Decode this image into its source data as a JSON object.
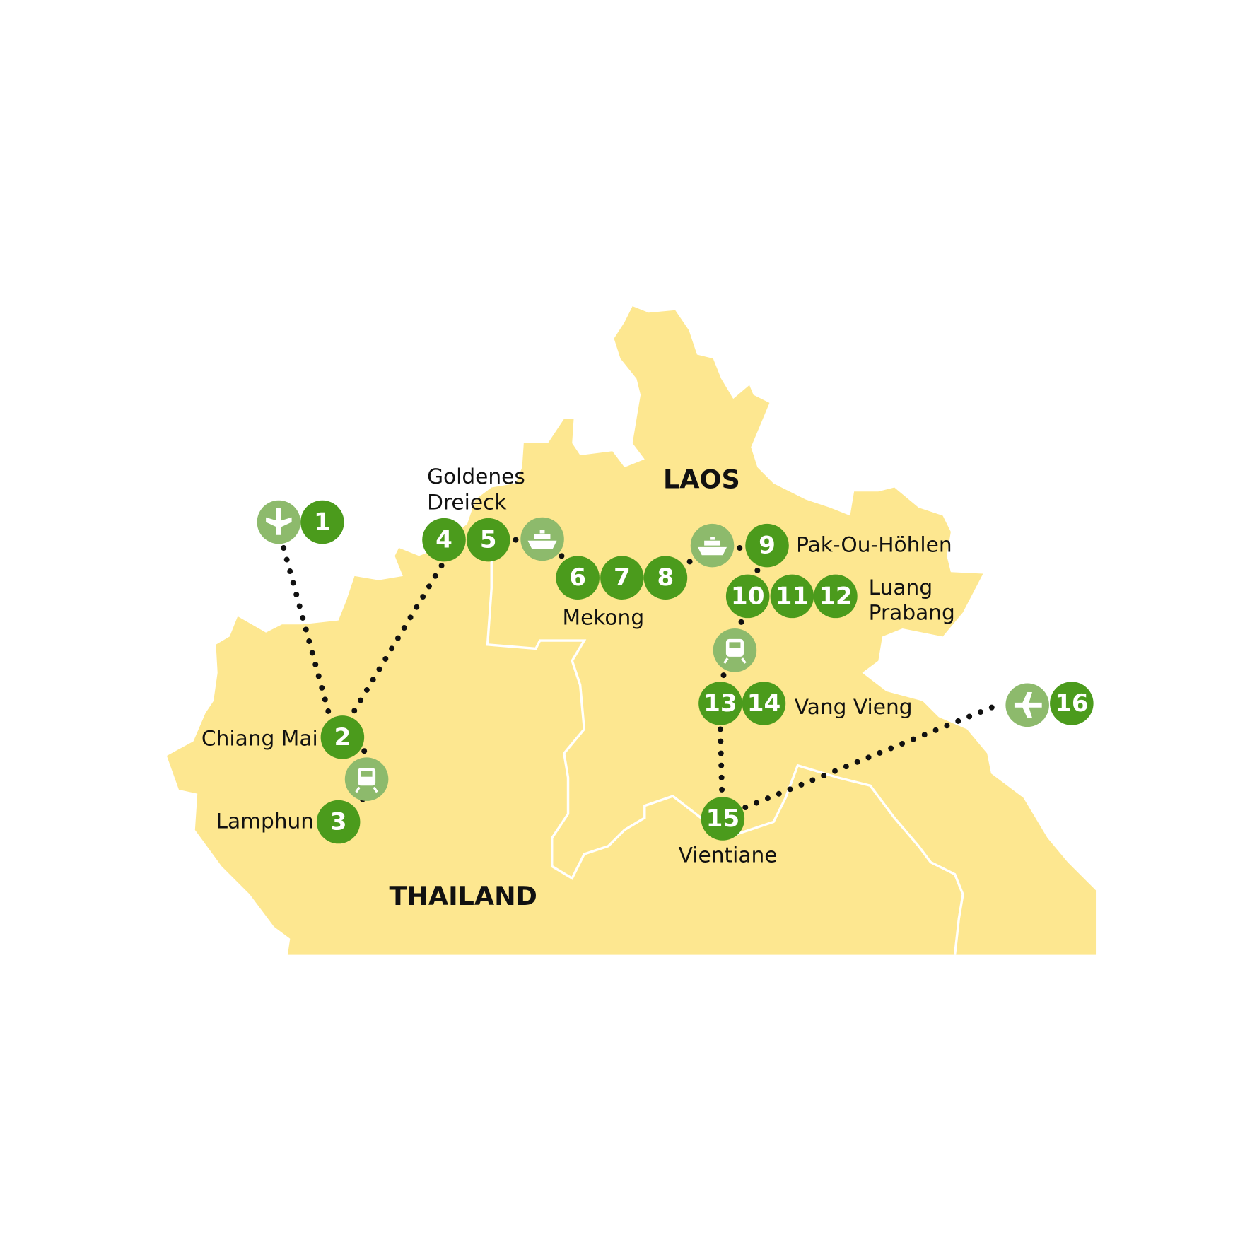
{
  "colors": {
    "land": "#fde790",
    "border": "#ffffff",
    "stop": "#4b9b1c",
    "transport": "#8dba6c",
    "route": "#111111"
  },
  "countries": {
    "thailand": "THAILAND",
    "laos": "LAOS"
  },
  "places": {
    "chiang_mai": "Chiang Mai",
    "lamphun": "Lamphun",
    "golden_triangle_1": "Goldenes",
    "golden_triangle_2": "Dreieck",
    "mekong": "Mekong",
    "pak_ou": "Pak-Ou-Höhlen",
    "luang_prabang_1": "Luang",
    "luang_prabang_2": "Prabang",
    "vang_vieng": "Vang Vieng",
    "vientiane": "Vientiane"
  },
  "stops": [
    "1",
    "2",
    "3",
    "4",
    "5",
    "6",
    "7",
    "8",
    "9",
    "10",
    "11",
    "12",
    "13",
    "14",
    "15",
    "16"
  ],
  "transport_icons": [
    "plane-icon",
    "train-icon",
    "boat-icon",
    "boat-icon",
    "train-icon",
    "plane-icon"
  ]
}
